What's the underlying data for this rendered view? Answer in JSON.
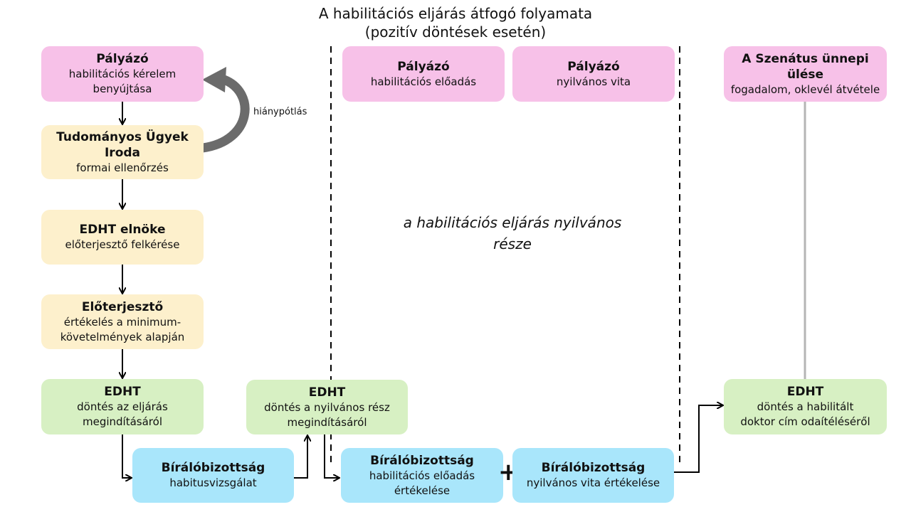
{
  "title": {
    "line1": "A habilitációs eljárás átfogó folyamata",
    "line2": "(pozitív döntések esetén)"
  },
  "boxes": {
    "palyazo_kerelem": {
      "heading": "Pályázó",
      "lines": [
        "habilitációs kérelem",
        "benyújtása"
      ]
    },
    "tudomanyos_iroda": {
      "heading": "Tudományos Ügyek Iroda",
      "lines": [
        "formai ellenőrzés"
      ]
    },
    "edht_elnok": {
      "heading": "EDHT elnöke",
      "lines": [
        "előterjesztő felkérése"
      ]
    },
    "eloterjeszto": {
      "heading": "Előterjesztő",
      "lines": [
        "értékelés a minimum-",
        "követelmények alapján"
      ]
    },
    "edht_indit": {
      "heading": "EDHT",
      "lines": [
        "döntés az eljárás",
        "megindításáról"
      ]
    },
    "biralo_habitus": {
      "heading": "Bírálóbizottság",
      "lines": [
        "habitusvizsgálat"
      ]
    },
    "edht_nyilvanos": {
      "heading": "EDHT",
      "lines": [
        "döntés a nyilvános rész",
        "megindításáról"
      ]
    },
    "palyazo_eloadas": {
      "heading": "Pályázó",
      "lines": [
        "habilitációs előadás"
      ]
    },
    "palyazo_vita": {
      "heading": "Pályázó",
      "lines": [
        "nyilvános vita"
      ]
    },
    "biralo_eloadas": {
      "heading": "Bírálóbizottság",
      "lines": [
        "habilitációs előadás",
        "értékelése"
      ]
    },
    "biralo_vita": {
      "heading": "Bírálóbizottság",
      "lines": [
        "nyilvános vita értékelése"
      ]
    },
    "szenatus": {
      "heading": "A Szenátus ünnepi ülése",
      "lines": [
        "fogadalom, oklevél átvétele"
      ]
    },
    "edht_dontes": {
      "heading": "EDHT",
      "lines": [
        "döntés a habilitált",
        "doktor cím odaítéléséről"
      ]
    }
  },
  "labels": {
    "hianypotlas": "hiánypótlás",
    "public_part": [
      "a habilitációs eljárás nyilvános",
      "része"
    ],
    "plus": "+"
  },
  "colors": {
    "pink": "#f7c1e8",
    "yellow": "#fdf0cc",
    "green": "#d7f0c3",
    "blue": "#a9e6fb",
    "curved_arrow": "#6b6b6b",
    "connector_gray": "#b5b5b5"
  }
}
